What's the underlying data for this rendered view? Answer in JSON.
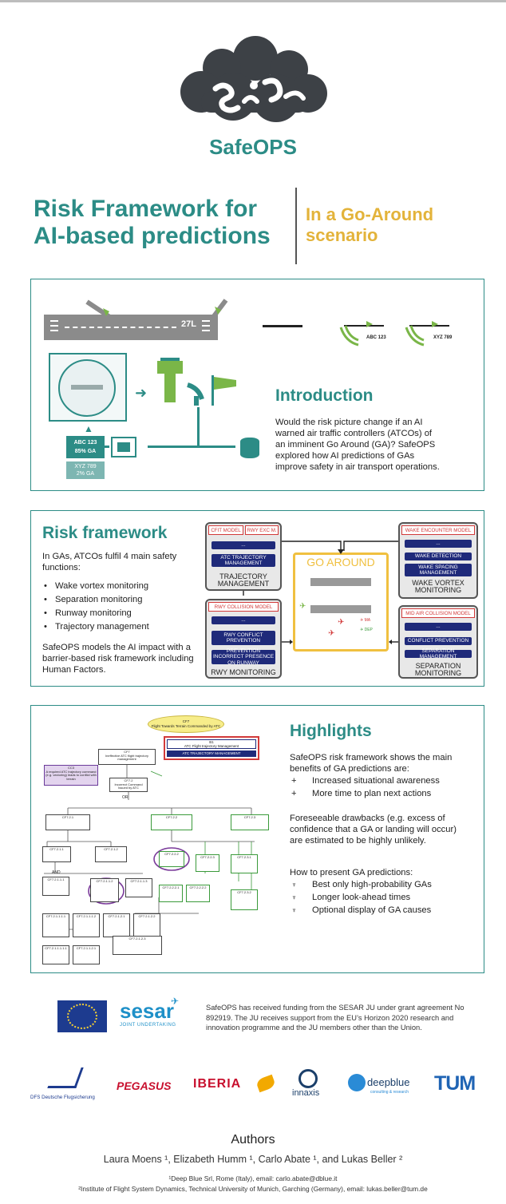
{
  "brand": {
    "name": "SafeOPS",
    "color_teal": "#2c8c86",
    "color_gold": "#e3b33a",
    "logo_icon": "cloud-logo-icon"
  },
  "title": {
    "line1": "Risk Framework for",
    "line2": "AI-based predictions",
    "sub1": "In a Go-Around",
    "sub2": "scenario"
  },
  "intro": {
    "heading": "Introduction",
    "body": "Would the risk picture change if an AI warned air traffic controllers (ATCOs) of an imminent Go Around (GA)? SafeOPS explored how AI predictions of GAs improve safety in air transport operations.",
    "runway": "27L",
    "aircraft1": "ABC 123",
    "aircraft2": "XYZ 789",
    "pred1_line1": "ABC 123",
    "pred1_line2": "85% GA",
    "pred2_line1": "XYZ 789",
    "pred2_line2": "2% GA"
  },
  "risk": {
    "heading": "Risk framework",
    "intro": "In GAs, ATCOs fulfil 4 main safety functions:",
    "items": [
      "Wake vortex monitoring",
      "Separation monitoring",
      "Runway monitoring",
      "Trajectory management"
    ],
    "outro": "SafeOPS models the AI impact with a barrier-based risk framework including Human Factors.",
    "diagram": {
      "center": "GO AROUND",
      "tm_models": [
        "CFIT MODEL",
        "RWY EXC M."
      ],
      "tm_barrier_top": "...",
      "tm_barrier": "ATC TRAJECTORY MANAGEMENT",
      "tm_label": "TRAJECTORY MANAGEMENT",
      "wv_model": "WAKE ENCOUNTER MODEL",
      "wv_barriers": [
        "...",
        "WAKE DETECTION",
        "WAKE SPACING MANAGEMENT"
      ],
      "wv_label": "WAKE VORTEX MONITORING",
      "rm_model": "RWY COLLISION MODEL",
      "rm_barriers": [
        "...",
        "RWY CONFLICT PREVENTION",
        "PREVENTION INCORRECT PRESENCE ON RUNWAY"
      ],
      "rm_label": "RWY MONITORING",
      "sm_model": "MID AIR COLLISION MODEL",
      "sm_barriers": [
        "...",
        "CONFLICT PREVENTION",
        "SEPARATION MANAGEMENT"
      ],
      "sm_label": "SEPARATION MONITORING",
      "legend_ma": "MA",
      "legend_dep": "DEP"
    }
  },
  "highlights": {
    "heading": "Highlights",
    "intro": "SafeOPS risk framework shows the main benefits of GA predictions are:",
    "benefits": [
      "Increased situational  awareness",
      "More time to plan next actions"
    ],
    "drawbacks": "Foreseeable drawbacks (e.g. excess of confidence that a GA or landing will occur) are estimated to be highly unlikely.",
    "present_intro": "How to present GA predictions:",
    "present_items": [
      "Best only high-probability GAs",
      "Longer look-ahead times",
      "Optional display of GA causes"
    ],
    "tree": {
      "top": "CF7\nFlight Towards Terrain Commanded by ATC",
      "b1": "B1\nATC Flight trajectory Management",
      "b1_sub": "ATC TRAJECTORY MANAGEMENT",
      "cf7": "CF7\nIneffective ATC flight trajectory management",
      "cc3": "CC3\nA required ATC trajectory command (e.g. vectoring) leads to conflict with terrain",
      "cf72": "CF7.2\nIncorrect Command Issued by ATC",
      "or": "OR",
      "and": "AND"
    }
  },
  "funding": {
    "text": "SafeOPS has received funding from the SESAR JU under grant agreement No 892919. The JU receives support from the EU’s Horizon 2020 research and innovation programme and the JU members other than the Union.",
    "sesar": "sesar",
    "sesar_sub": "JOINT UNDERTAKING"
  },
  "partners": [
    "DFS Deutsche Flugsicherung",
    "PEGASUS",
    "IBERIA",
    "innaxis",
    "deepblue",
    "consulting & research",
    "TUM"
  ],
  "authors": {
    "heading": "Authors",
    "names": "Laura Moens ¹, Elizabeth Humm ¹,  Carlo Abate ¹, and Lukas Beller ²",
    "aff1": "¹Deep Blue Srl, Rome (Italy), email: carlo.abate@dblue.it",
    "aff2": "²Institute of Flight System Dynamics, Technical University of Munich, Garching (Germany),  email: lukas.beller@tum.de"
  }
}
